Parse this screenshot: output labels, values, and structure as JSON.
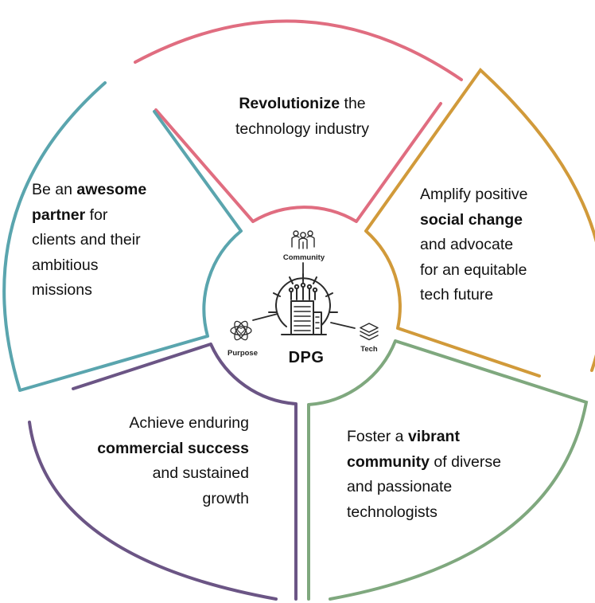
{
  "colors": {
    "pink": "#e06d80",
    "gold": "#d19a3a",
    "green": "#7fa87e",
    "purple": "#6b5585",
    "teal": "#5aa5ae",
    "icon": "#2b2b2b"
  },
  "segments": [
    {
      "id": "revolutionize",
      "color_key": "pink",
      "lines": [
        [
          {
            "t": "Revolutionize",
            "b": true
          },
          {
            "t": " the",
            "b": false
          }
        ],
        [
          {
            "t": "technology industry",
            "b": false
          }
        ]
      ]
    },
    {
      "id": "amplify",
      "color_key": "gold",
      "lines": [
        [
          {
            "t": "Amplify positive",
            "b": false
          }
        ],
        [
          {
            "t": "social change",
            "b": true
          }
        ],
        [
          {
            "t": "and advocate",
            "b": false
          }
        ],
        [
          {
            "t": "for an equitable",
            "b": false
          }
        ],
        [
          {
            "t": "tech future",
            "b": false
          }
        ]
      ]
    },
    {
      "id": "foster",
      "color_key": "green",
      "lines": [
        [
          {
            "t": "Foster a ",
            "b": false
          },
          {
            "t": "vibrant",
            "b": true
          }
        ],
        [
          {
            "t": "community",
            "b": true
          },
          {
            "t": " of diverse",
            "b": false
          }
        ],
        [
          {
            "t": "and passionate",
            "b": false
          }
        ],
        [
          {
            "t": "technologists",
            "b": false
          }
        ]
      ]
    },
    {
      "id": "achieve",
      "color_key": "purple",
      "lines": [
        [
          {
            "t": "Achieve enduring",
            "b": false
          }
        ],
        [
          {
            "t": "commercial success",
            "b": true
          }
        ],
        [
          {
            "t": "and sustained",
            "b": false
          }
        ],
        [
          {
            "t": "growth",
            "b": false
          }
        ]
      ]
    },
    {
      "id": "partner",
      "color_key": "teal",
      "lines": [
        [
          {
            "t": "Be an ",
            "b": false
          },
          {
            "t": "awesome",
            "b": true
          }
        ],
        [
          {
            "t": "partner",
            "b": true
          },
          {
            "t": " for",
            "b": false
          }
        ],
        [
          {
            "t": "clients and their",
            "b": false
          }
        ],
        [
          {
            "t": "ambitious",
            "b": false
          }
        ],
        [
          {
            "t": "missions",
            "b": false
          }
        ]
      ]
    }
  ],
  "hub": {
    "title": "DPG",
    "community_label": "Community",
    "purpose_label": "Purpose",
    "tech_label": "Tech",
    "icons": [
      "people-group-icon",
      "gear-building-icon",
      "atom-heart-icon",
      "layers-stack-icon"
    ]
  }
}
